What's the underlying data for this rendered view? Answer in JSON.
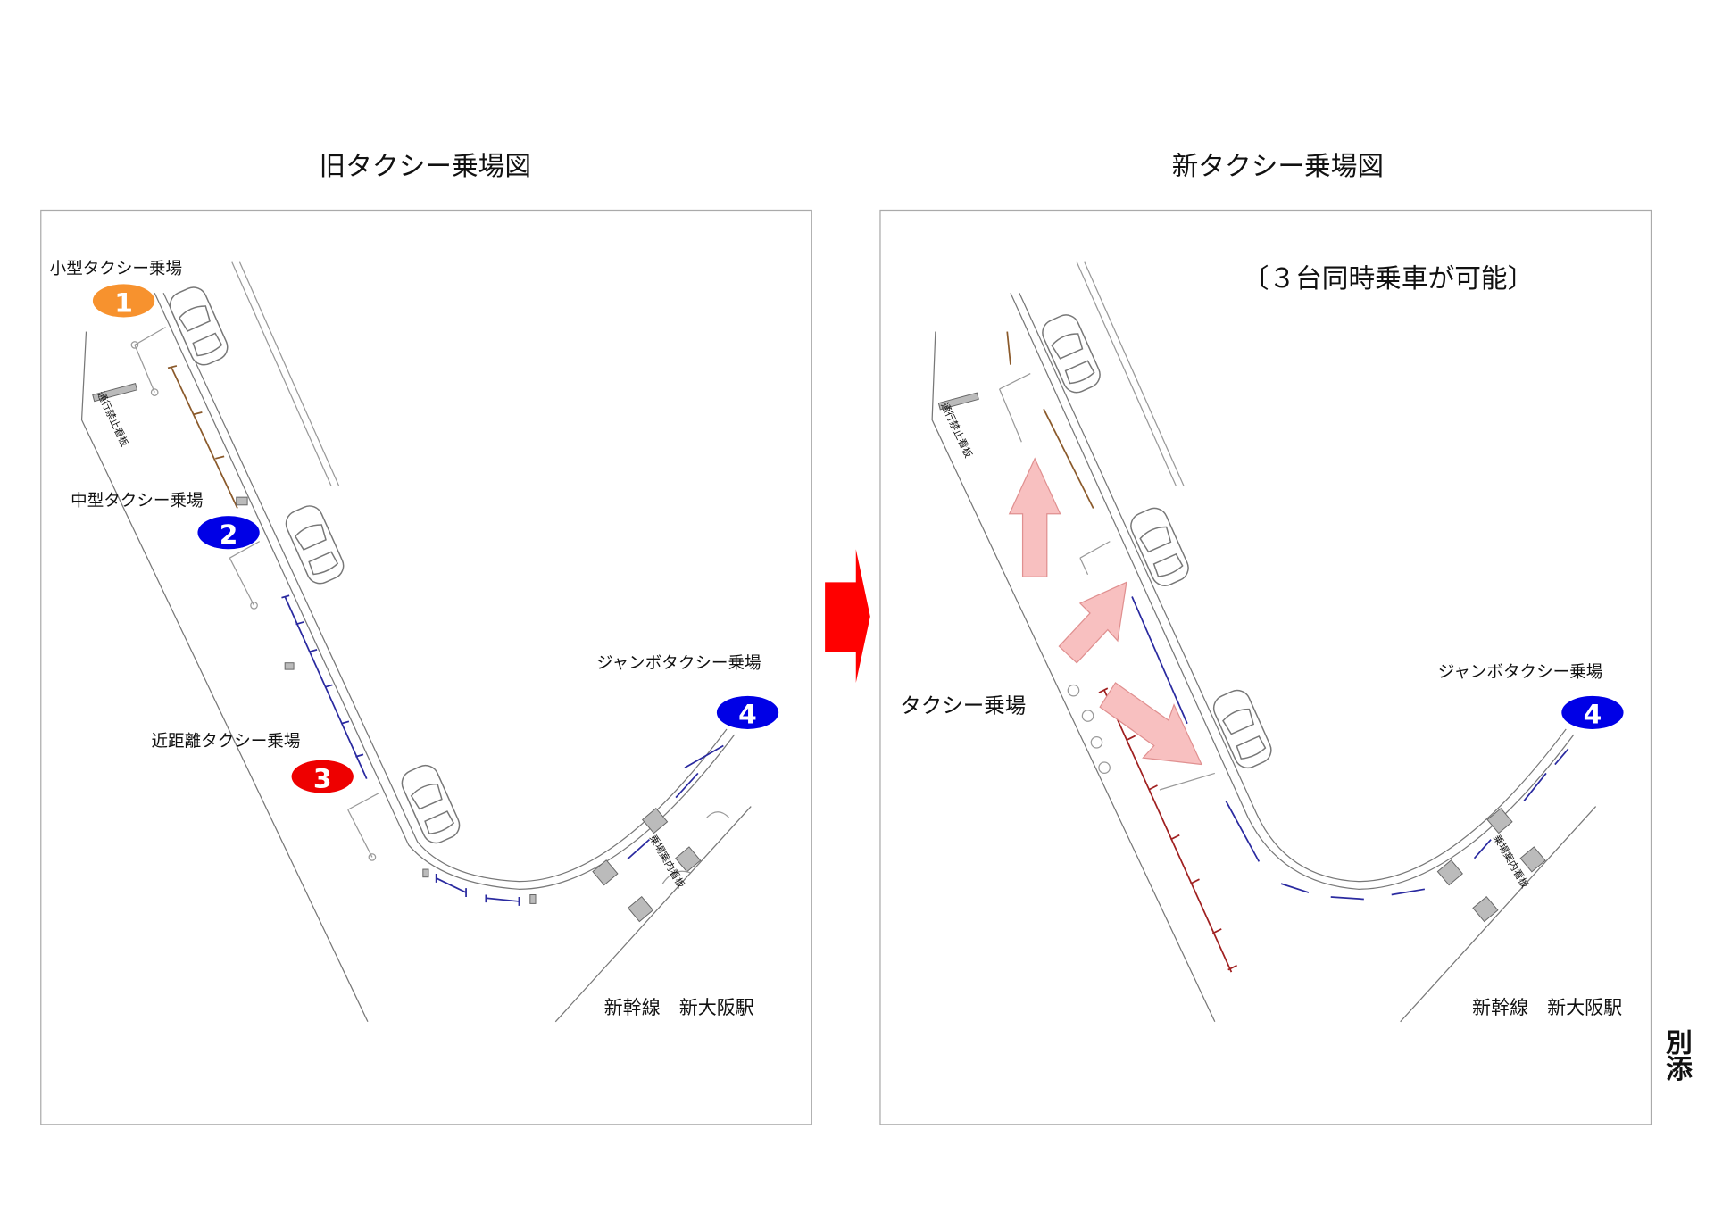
{
  "titles": {
    "old": "旧タクシー乗場図",
    "new": "新タクシー乗場図"
  },
  "attachment_label": "別添",
  "old_map": {
    "labels": {
      "small": "小型タクシー乗場",
      "medium": "中型タクシー乗場",
      "short": "近距離タクシー乗場",
      "jumbo": "ジャンボタクシー乗場"
    },
    "markers": [
      {
        "num": "1",
        "color": "#f7922e"
      },
      {
        "num": "2",
        "color": "#0000e6"
      },
      {
        "num": "3",
        "color": "#ee0000"
      },
      {
        "num": "4",
        "color": "#0000e6"
      }
    ],
    "sign_no_entry": "通行禁止看板",
    "sign_guide": "乗場案内看板",
    "station": "新幹線　新大阪駅"
  },
  "new_map": {
    "note": "〔３台同時乗車が可能〕",
    "taxi_stand": "タクシー乗場",
    "jumbo": "ジャンボタクシー乗場",
    "markers": [
      {
        "num": "4",
        "color": "#0000e6"
      }
    ],
    "sign_no_entry": "通行禁止看板",
    "sign_guide": "乗場案内看板",
    "station": "新幹線　新大阪駅"
  },
  "arrow_color": "#ff0000"
}
